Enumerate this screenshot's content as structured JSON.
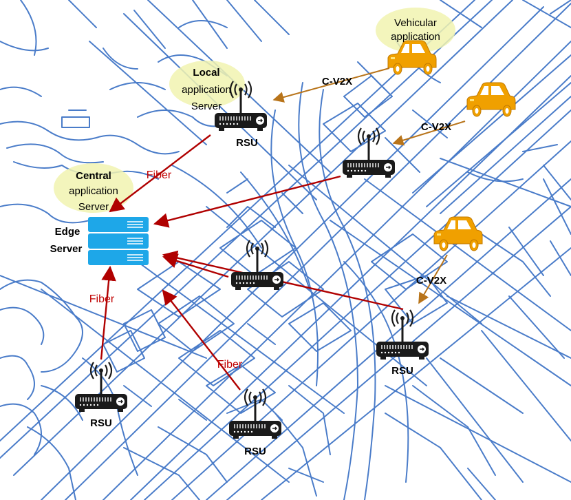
{
  "labels": {
    "vehicular_app_line1": "Vehicular",
    "vehicular_app_line2": "application",
    "local_server_line1": "Local",
    "local_server_line2": "application",
    "local_server_line3": "Server",
    "central_server_line1": "Central",
    "central_server_line2": "application",
    "central_server_line3": "Server",
    "edge_server_line1": "Edge",
    "edge_server_line2": "Server",
    "rsu": "RSU",
    "fiber": "Fiber",
    "cv2x": "C-V2X"
  },
  "colors": {
    "map_roads": "#4a7cc9",
    "fiber_link": "#b00000",
    "cv2x_link": "#b8741a",
    "car": "#f0a000",
    "halo": "#f1f3b0",
    "edge_server": "#1ea7e8",
    "rsu_device": "#1a1a1a"
  },
  "icons": [
    "rsu-router-icon",
    "car-icon",
    "edge-server-icon",
    "antenna-icon"
  ]
}
